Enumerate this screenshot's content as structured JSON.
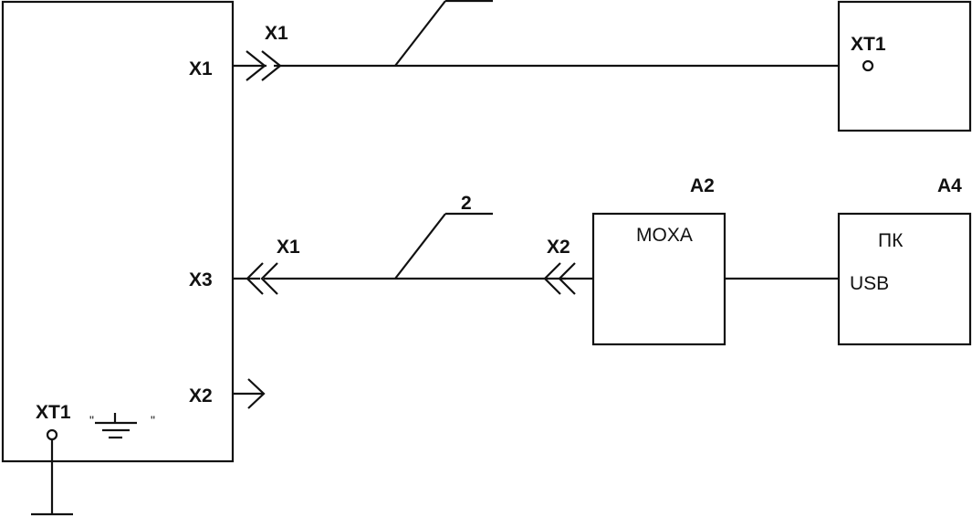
{
  "main_block": {
    "ports": {
      "x1": "X1",
      "x3": "X3",
      "x2": "X2"
    },
    "ground_terminal": "XT1",
    "ground_quote_left": "\"",
    "ground_quote_right": "\""
  },
  "cable_top": {
    "connector": "X1"
  },
  "cable_mid": {
    "number": "2",
    "connector_left": "X1",
    "connector_right": "X2"
  },
  "block_top_right": {
    "terminal": "XT1"
  },
  "block_a2": {
    "designator": "A2",
    "name": "MOXA"
  },
  "block_a4": {
    "designator": "A4",
    "name": "ПК",
    "port": "USB"
  }
}
